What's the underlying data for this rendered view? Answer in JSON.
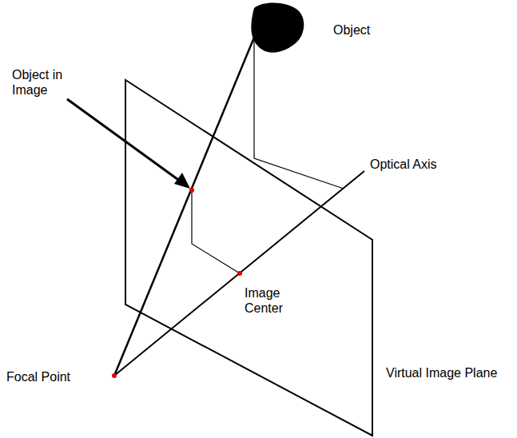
{
  "diagram": {
    "labels": [
      "Object",
      "Object in Image",
      "Optical Axis",
      "Image Center",
      "Virtual Image Plane",
      "Focal Point"
    ]
  }
}
